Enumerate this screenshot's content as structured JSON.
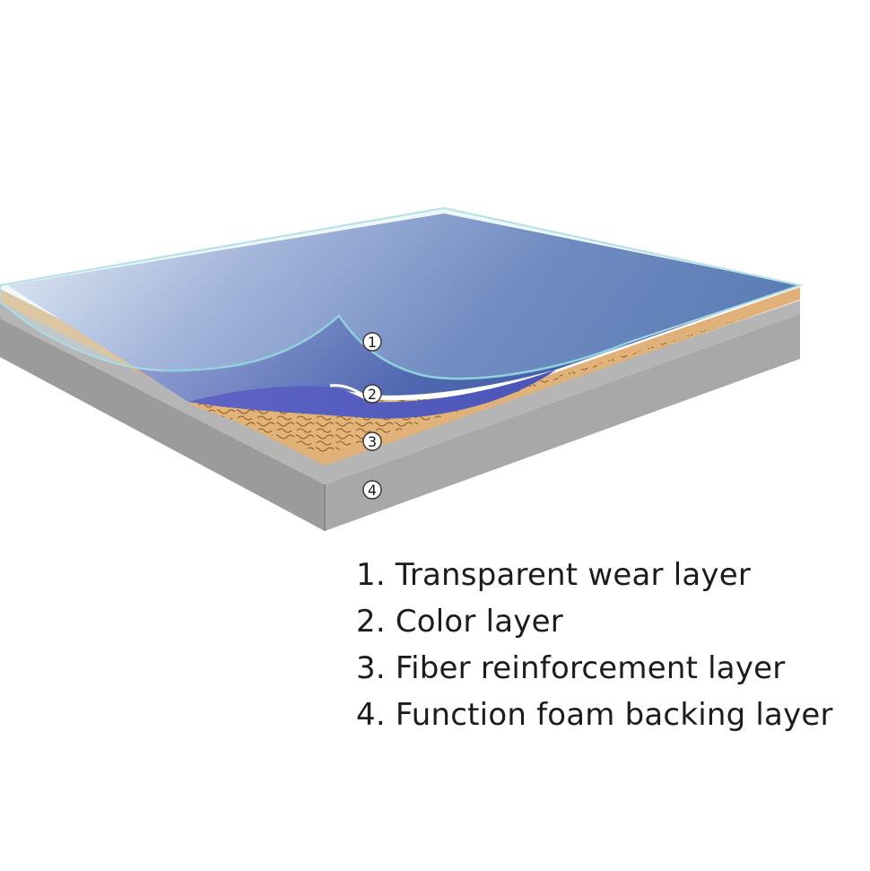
{
  "markers": [
    "1",
    "2",
    "3",
    "4"
  ],
  "legend": [
    "1. Transparent wear layer",
    "2. Color layer",
    "3. Fiber reinforcement layer",
    "4. Function foam backing layer"
  ],
  "colors": {
    "background": "#ffffff",
    "color_layer_light": "#e6e8f4",
    "color_layer_dark": "#3d5aa3",
    "wear_layer_edge": "#a9dde3",
    "fiber_layer": "#e3b277",
    "backing_top": "#a9a9a9",
    "backing_front": "#999999",
    "text": "#1c1c1c"
  }
}
